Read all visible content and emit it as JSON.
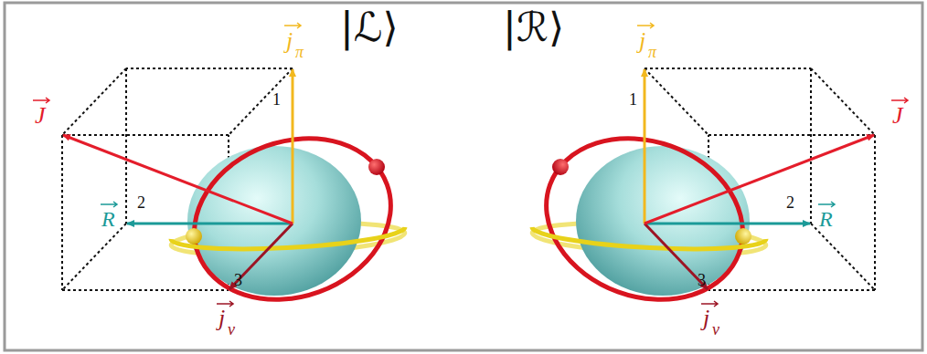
{
  "diagram": {
    "labels": [
      "|ℒ⟩",
      "|ℛ⟩",
      "j",
      "π",
      "1",
      "J",
      "R",
      "2",
      "j",
      "ν",
      "3",
      "j",
      "π",
      "1",
      "J",
      "R",
      "2",
      "j",
      "ν",
      "3"
    ]
  }
}
